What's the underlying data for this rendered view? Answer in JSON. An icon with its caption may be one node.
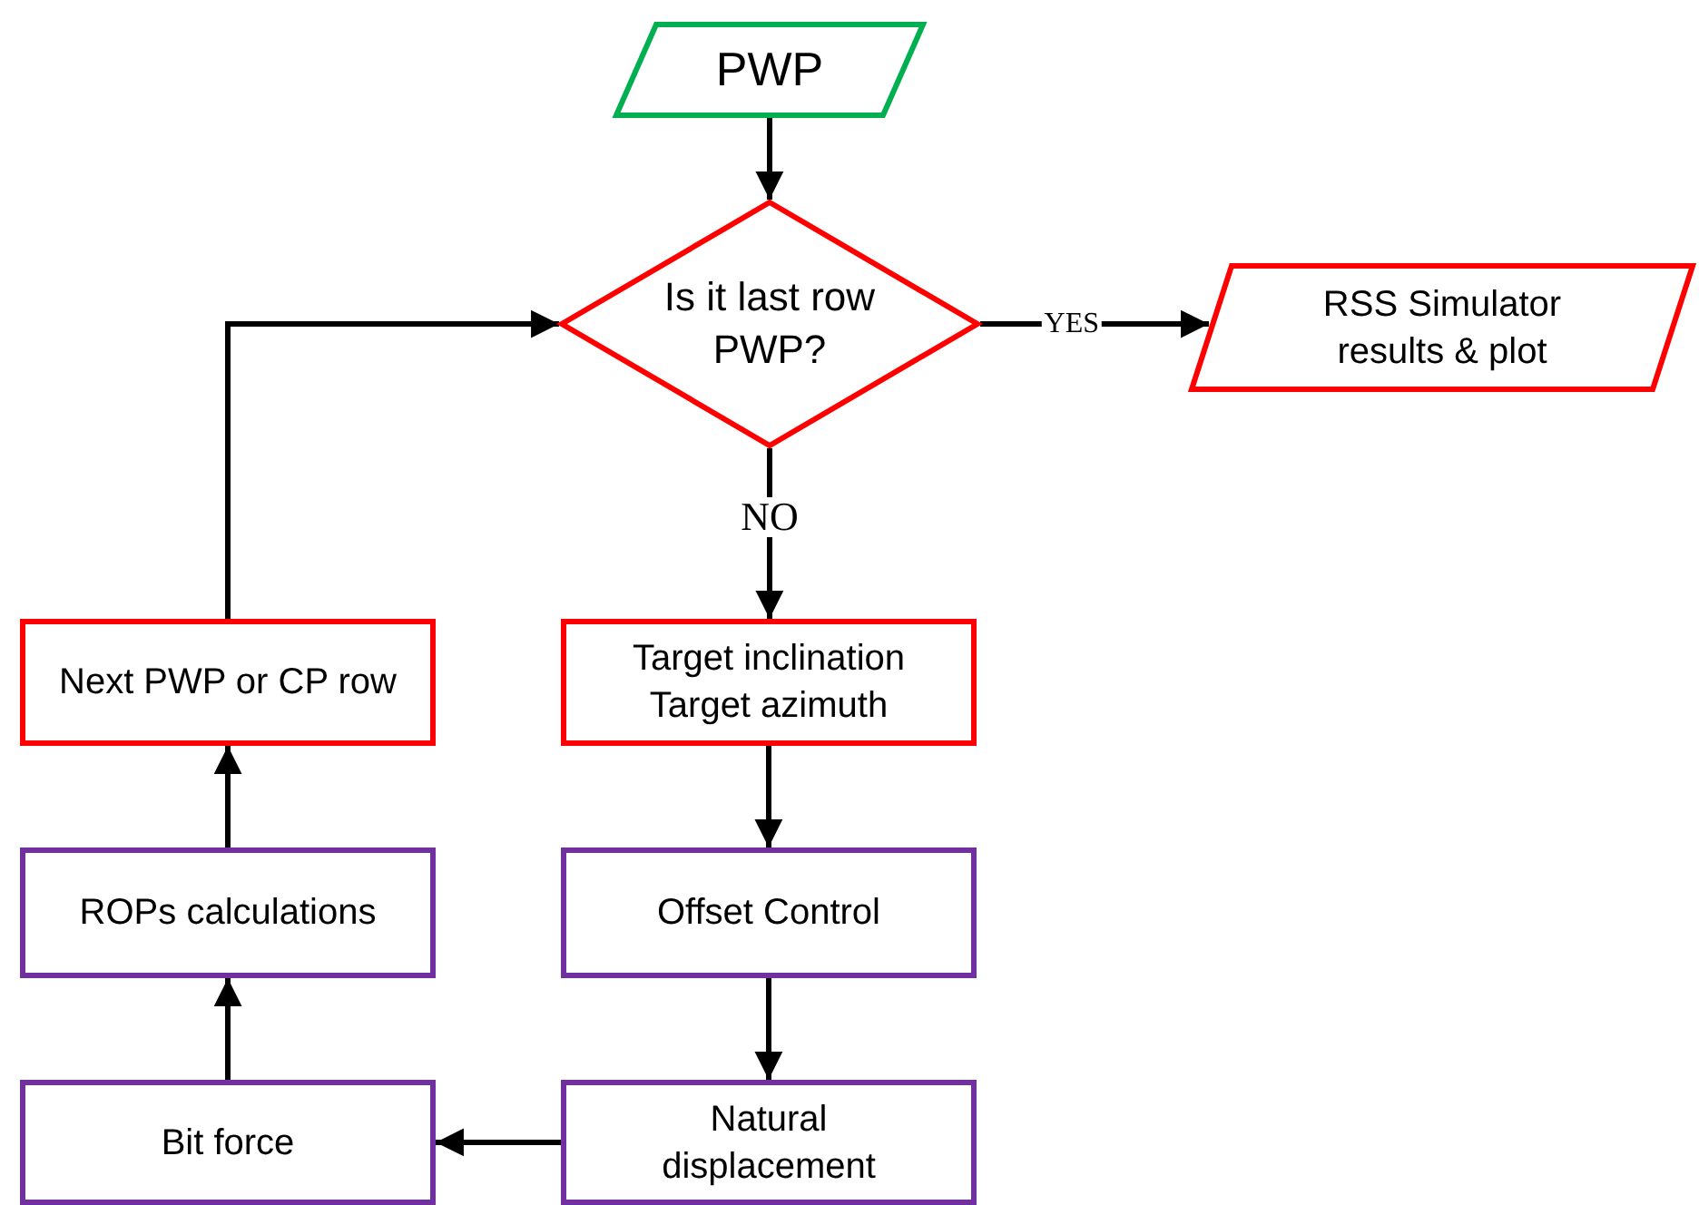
{
  "diagram": {
    "nodes": [
      {
        "text": [
          "PWP"
        ]
      },
      {
        "text": [
          "Is it last row PWP?"
        ]
      },
      {
        "text": [
          "RSS Simulator results & plot"
        ]
      },
      {
        "text": [
          "Target inclination",
          "Target azimuth"
        ]
      },
      {
        "text": [
          "Offset Control"
        ]
      },
      {
        "text": [
          "Natural displacement"
        ]
      },
      {
        "text": [
          "Bit force"
        ]
      },
      {
        "text": [
          "ROPs calculations"
        ]
      },
      {
        "text": [
          "Next PWP or CP row"
        ]
      }
    ],
    "edges": [
      {
        "from": 0,
        "to": 1,
        "arrow": "to"
      },
      {
        "from": 1,
        "to": 2,
        "arrow": "to",
        "label": "YES"
      },
      {
        "from": 1,
        "to": 3,
        "arrow": "to",
        "label": "NO"
      },
      {
        "from": 3,
        "to": 4,
        "arrow": "to"
      },
      {
        "from": 4,
        "to": 5,
        "arrow": "to"
      },
      {
        "from": 5,
        "to": 6,
        "arrow": "to"
      },
      {
        "from": 6,
        "to": 7,
        "arrow": "to"
      },
      {
        "from": 7,
        "to": 8,
        "arrow": "to"
      },
      {
        "from": 8,
        "to": 1,
        "arrow": "to"
      }
    ]
  }
}
